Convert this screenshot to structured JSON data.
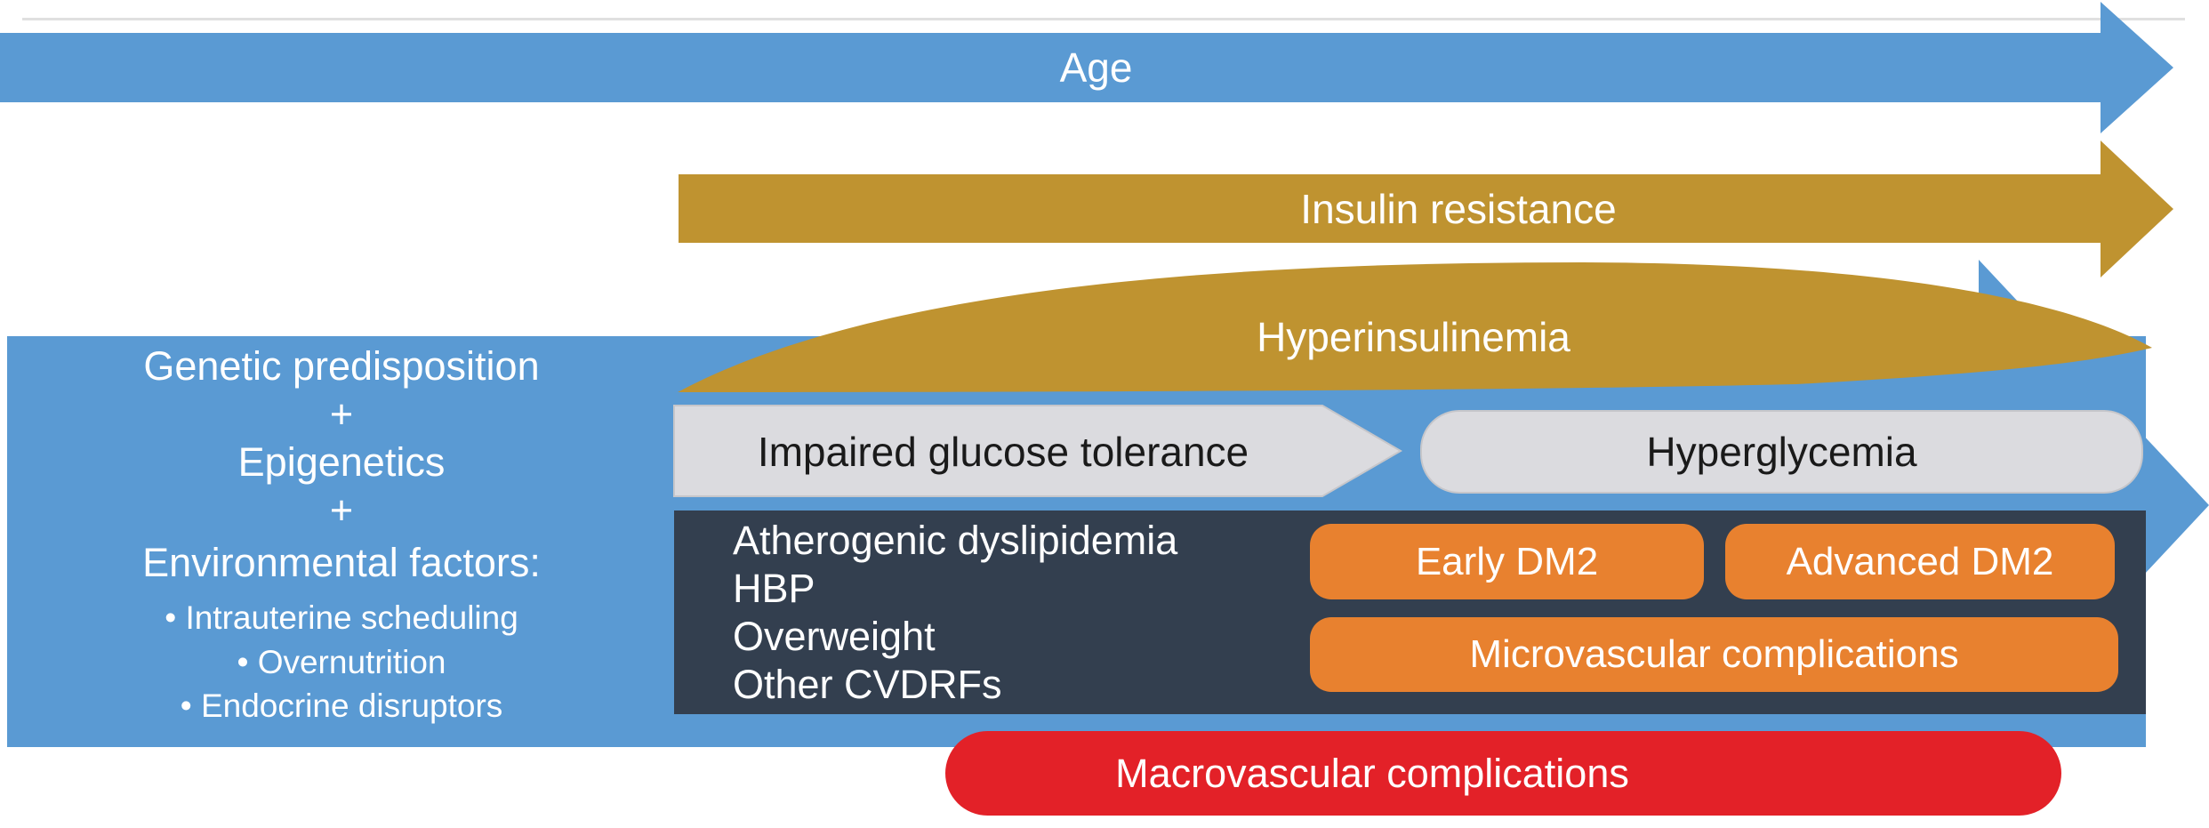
{
  "colors": {
    "blue_arrow": "#5A9AD3",
    "gold_arrow": "#BF9330",
    "gray_shape": "#DBDBDF",
    "navy_box": "#333F4F",
    "orange_box": "#E8812F",
    "red_box": "#E32128",
    "text_light": "#FFFFFF",
    "text_dark": "#1A1A1A"
  },
  "timeline": {
    "age": "Age",
    "insulin_resistance": "Insulin resistance",
    "hyperinsulinemia": "Hyperinsulinemia"
  },
  "glycemia": {
    "impaired_glucose_tolerance": "Impaired glucose tolerance",
    "hyperglycemia": "Hyperglycemia"
  },
  "predisposition_panel": {
    "lines": [
      "Genetic predisposition",
      "+",
      "Epigenetics",
      "+",
      "Environmental factors:"
    ],
    "bullets": [
      "Intrauterine scheduling",
      "Overnutrition",
      "Endocrine disruptors"
    ]
  },
  "risk_factors_box": {
    "lines": [
      "Atherogenic dyslipidemia",
      "HBP",
      "Overweight",
      "Other CVDRFs"
    ]
  },
  "dm2": {
    "early": "Early DM2",
    "advanced": "Advanced DM2"
  },
  "complications": {
    "micro": "Microvascular complications",
    "macro": "Macrovascular complications"
  }
}
